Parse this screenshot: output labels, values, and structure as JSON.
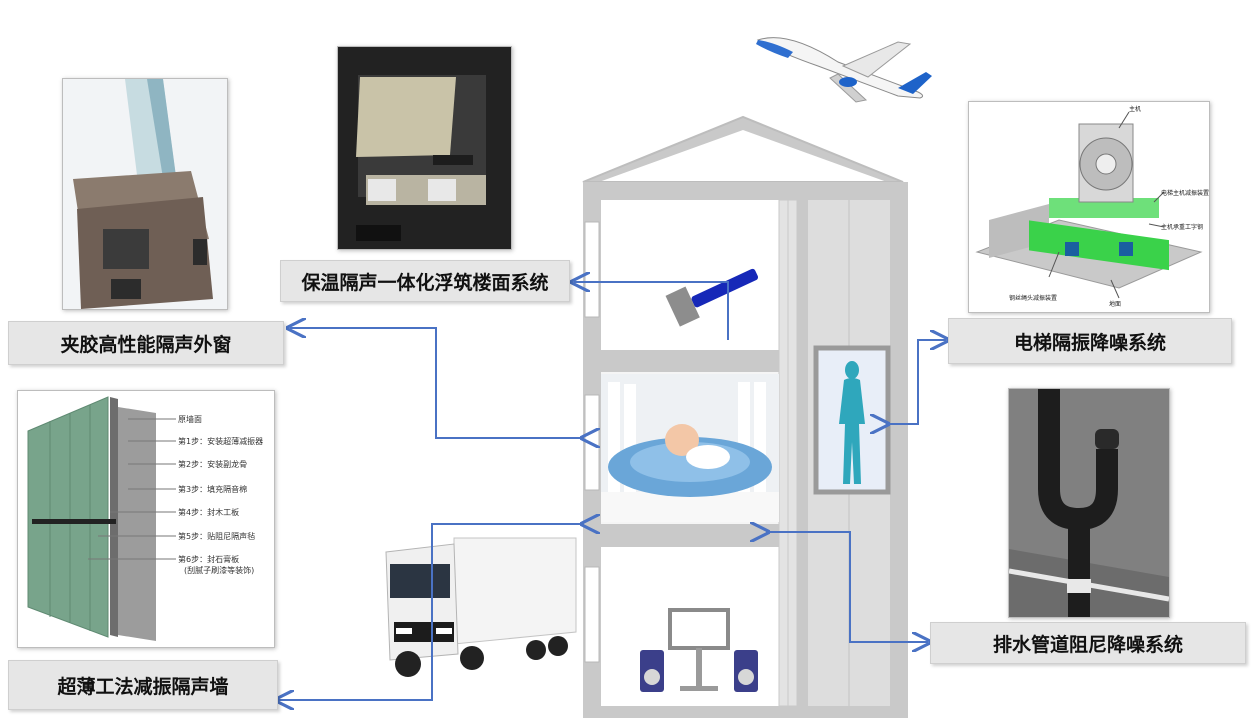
{
  "labels": {
    "floor": "保温隔声一体化浮筑楼面系统",
    "window": "夹胶高性能隔声外窗",
    "elevator": "电梯隔振降噪系统",
    "wall": "超薄工法减振隔声墙",
    "drain": "排水管道阻尼降噪系统"
  },
  "wall_steps": {
    "s0": "原墙面",
    "s1": "第1步：安装超薄减振器",
    "s2": "第2步：安装副龙骨",
    "s3": "第3步：填充隔音棉",
    "s4": "第4步：封木工板",
    "s5": "第5步：贴阻尼隔声毡",
    "s6": "第6步：封石膏板",
    "s6_note": "(刮腻子刷漆等装饰)"
  },
  "elevator_labels": {
    "main": "主机",
    "damper": "电梯主机减振装置",
    "beam": "主机承重工字钢",
    "rope": "钢丝绳头减振装置",
    "floor": "地面"
  },
  "colors": {
    "arrow": "#4a72c4",
    "house_frame": "#c9c9c9",
    "label_bg": "#e6e6e6",
    "elevator_green": "#3ad24a",
    "wall_panel": "#78a48b"
  }
}
